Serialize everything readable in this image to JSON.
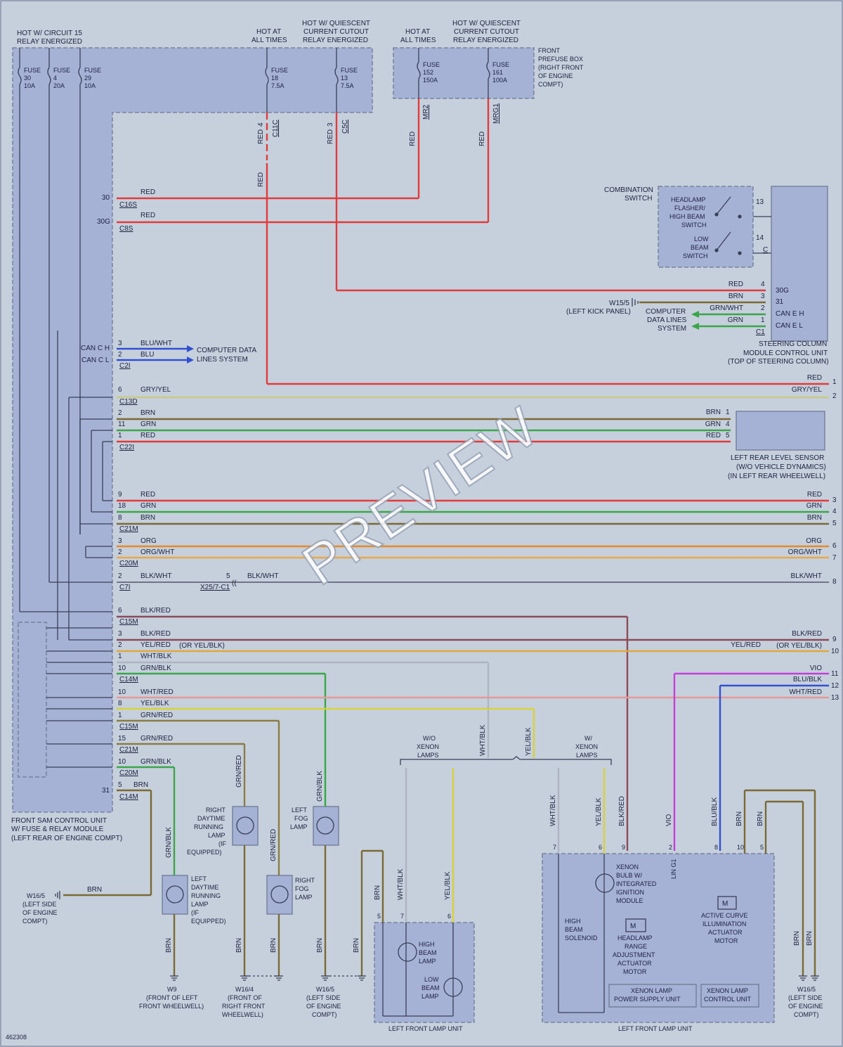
{
  "figure_id": "462308",
  "watermark": "PREVIEW",
  "power": {
    "circuit15": "HOT W/ CIRCUIT 15 RELAY ENERGIZED",
    "hot_all_1": "HOT AT ALL TIMES",
    "hot_quiescent_1": "HOT W/ QUIESCENT CURRENT CUTOUT RELAY ENERGIZED",
    "hot_all_2": "HOT AT ALL TIMES",
    "hot_quiescent_2": "HOT W/ QUIESCENT CURRENT CUTOUT RELAY ENERGIZED"
  },
  "fuses": [
    {
      "name": "FUSE",
      "num": "30",
      "amp": "10A"
    },
    {
      "name": "FUSE",
      "num": "4",
      "amp": "20A"
    },
    {
      "name": "FUSE",
      "num": "29",
      "amp": "10A"
    },
    {
      "name": "FUSE",
      "num": "18",
      "amp": "7.5A"
    },
    {
      "name": "FUSE",
      "num": "13",
      "amp": "7.5A"
    },
    {
      "name": "FUSE",
      "num": "152",
      "amp": "150A"
    },
    {
      "name": "FUSE",
      "num": "161",
      "amp": "100A"
    }
  ],
  "prefuse_box": "FRONT PREFUSE BOX (RIGHT FRONT OF ENGINE COMPT)",
  "top_wires": [
    {
      "color": "RED",
      "pin": "4",
      "conn": "C11C"
    },
    {
      "color": "RED",
      "pin": "3",
      "conn": "C5C"
    },
    {
      "color": "RED",
      "conn": "MR2"
    },
    {
      "color": "RED",
      "conn": "MRG1"
    },
    {
      "color": "RED"
    }
  ],
  "left_rows": [
    {
      "pin": "30",
      "color": "RED",
      "conn": "C16S"
    },
    {
      "pin": "30G",
      "color": "RED",
      "conn": "C8S"
    },
    {
      "pin": "3",
      "color": "BLU/WHT",
      "sig": "CAN C H"
    },
    {
      "pin": "2",
      "color": "BLU",
      "sig": "CAN C L",
      "conn": "C2I"
    },
    {
      "pin": "6",
      "color": "GRY/YEL",
      "conn": "C13D"
    },
    {
      "pin": "2",
      "color": "BRN"
    },
    {
      "pin": "11",
      "color": "GRN"
    },
    {
      "pin": "1",
      "color": "RED",
      "conn": "C22I"
    },
    {
      "pin": "9",
      "color": "RED"
    },
    {
      "pin": "18",
      "color": "GRN"
    },
    {
      "pin": "8",
      "color": "BRN",
      "conn": "C21M"
    },
    {
      "pin": "3",
      "color": "ORG"
    },
    {
      "pin": "2",
      "color": "ORG/WHT",
      "conn": "C20M"
    },
    {
      "pin": "2",
      "color": "BLK/WHT",
      "conn": "C7I"
    },
    {
      "pin": "6",
      "color": "BLK/RED",
      "conn": "C15M"
    },
    {
      "pin": "3",
      "color": "BLK/RED"
    },
    {
      "pin": "2",
      "color": "YEL/RED",
      "note": "(OR YEL/BLK)"
    },
    {
      "pin": "1",
      "color": "WHT/BLK"
    },
    {
      "pin": "10",
      "color": "GRN/BLK",
      "conn": "C14M"
    },
    {
      "pin": "10",
      "color": "WHT/RED"
    },
    {
      "pin": "8",
      "color": "YEL/BLK"
    },
    {
      "pin": "1",
      "color": "GRN/RED",
      "conn": "C15M"
    },
    {
      "pin": "15",
      "color": "GRN/RED",
      "conn": "C21M"
    },
    {
      "pin": "10",
      "color": "GRN/BLK",
      "conn": "C20M"
    },
    {
      "pin": "5",
      "color": "BRN",
      "outer": "31",
      "conn": "C14M"
    }
  ],
  "computer_data_lines": "COMPUTER DATA LINES SYSTEM",
  "splice": {
    "pin": "5",
    "color": "BLK/WHT",
    "conn": "X25/7-C1"
  },
  "right_rows": [
    {
      "color": "RED",
      "num": "1"
    },
    {
      "color": "GRY/YEL",
      "num": "2"
    },
    {
      "color": "RED",
      "num": "3"
    },
    {
      "color": "GRN",
      "num": "4"
    },
    {
      "color": "BRN",
      "num": "5"
    },
    {
      "color": "ORG",
      "num": "6"
    },
    {
      "color": "ORG/WHT",
      "num": "7"
    },
    {
      "color": "BLK/WHT",
      "num": "8"
    },
    {
      "color": "BLK/RED",
      "num": "9"
    },
    {
      "color": "YEL/RED",
      "note": "(OR YEL/BLK)",
      "num": "10"
    },
    {
      "color": "VIO",
      "num": "11"
    },
    {
      "color": "BLU/BLK",
      "num": "12"
    },
    {
      "color": "WHT/RED",
      "num": "13"
    }
  ],
  "combination_switch": {
    "title": "COMBINATION SWITCH",
    "sw1": "HEADLAMP FLASHER/ HIGH BEAM SWITCH",
    "sw2": "LOW BEAM SWITCH",
    "pin1": "13",
    "pin2": "14",
    "conn": "C"
  },
  "steering_module": {
    "title": "STEERING COLUMN MODULE CONTROL UNIT (TOP OF STEERING COLUMN)",
    "pins": [
      {
        "wire": "RED",
        "pin": "4",
        "sig": "30G"
      },
      {
        "wire": "BRN",
        "pin": "3",
        "sig": "31"
      },
      {
        "wire": "GRN/WHT",
        "pin": "2",
        "sig": "CAN E H"
      },
      {
        "wire": "GRN",
        "pin": "1",
        "sig": "CAN E L"
      }
    ],
    "conn": "C1",
    "ground": "W15/5 (LEFT KICK PANEL)",
    "data": "COMPUTER DATA LINES SYSTEM"
  },
  "level_sensor": {
    "title": "LEFT REAR LEVEL SENSOR (W/O VEHICLE DYNAMICS) (IN LEFT REAR WHEELWELL)",
    "pins": [
      {
        "wire": "BRN",
        "pin": "1"
      },
      {
        "wire": "GRN",
        "pin": "4"
      },
      {
        "wire": "RED",
        "pin": "5"
      }
    ]
  },
  "sam_unit": "FRONT SAM CONTROL UNIT W/ FUSE & RELAY MODULE (LEFT REAR OF ENGINE COMPT)",
  "lamps": {
    "right_drl": "RIGHT DAYTIME RUNNING LAMP (IF EQUIPPED)",
    "left_drl": "LEFT DAYTIME RUNNING LAMP (IF EQUIPPED)",
    "left_fog": "LEFT FOG LAMP",
    "right_fog": "RIGHT FOG LAMP"
  },
  "vertical_labels": {
    "grn_red": "GRN/RED",
    "grn_blk": "GRN/BLK",
    "brn": "BRN",
    "wht_blk": "WHT/BLK",
    "yel_blk": "YEL/BLK",
    "blk_red": "BLK/RED",
    "vio": "VIO",
    "blu_blk": "BLU/BLK",
    "lin": "LIN G1"
  },
  "grounds": [
    {
      "id": "W16/5",
      "loc": "(LEFT SIDE OF ENGINE COMPT)"
    },
    {
      "id": "W9",
      "loc": "(FRONT OF LEFT FRONT WHEELWELL)"
    },
    {
      "id": "W16/4",
      "loc": "(FRONT OF RIGHT FRONT WHEELWELL)"
    },
    {
      "id": "W16/5",
      "loc": "(LEFT SIDE OF ENGINE COMPT)"
    },
    {
      "id": "W16/5",
      "loc": "(LEFT SIDE OF ENGINE COMPT)"
    }
  ],
  "xenon_branch": {
    "wo": "W/O XENON LAMPS",
    "w": "W/ XENON LAMPS"
  },
  "halogen_unit": {
    "title": "LEFT FRONT LAMP UNIT",
    "high": "HIGH BEAM LAMP",
    "low": "LOW BEAM LAMP",
    "pins": [
      "5",
      "7",
      "6"
    ]
  },
  "xenon_unit": {
    "title": "LEFT FRONT LAMP UNIT",
    "bulb": "XENON BULB W/ INTEGRATED IGNITION MODULE",
    "solenoid": "HIGH BEAM SOLENOID",
    "range": "HEADLAMP RANGE ADJUSTMENT ACTUATOR MOTOR",
    "curve": "ACTIVE CURVE ILLUMINATION ACTUATOR MOTOR",
    "power": "XENON LAMP POWER SUPPLY UNIT",
    "control": "XENON LAMP CONTROL UNIT",
    "pins": [
      "7",
      "6",
      "9",
      "2",
      "8",
      "10",
      "5"
    ]
  },
  "colors": {
    "red": "#e23b3b",
    "grn": "#3aa64a",
    "brn": "#7a6a36",
    "grn_blk": "#3aa64a",
    "grn_red": "#8a7d44",
    "org": "#e48a2a",
    "gry_yel": "#c9c98a",
    "blk": "#52566a",
    "vio": "#c33fd8",
    "blu": "#3350d0",
    "yel": "#d8d23a",
    "wht": "#aeb4c2"
  }
}
